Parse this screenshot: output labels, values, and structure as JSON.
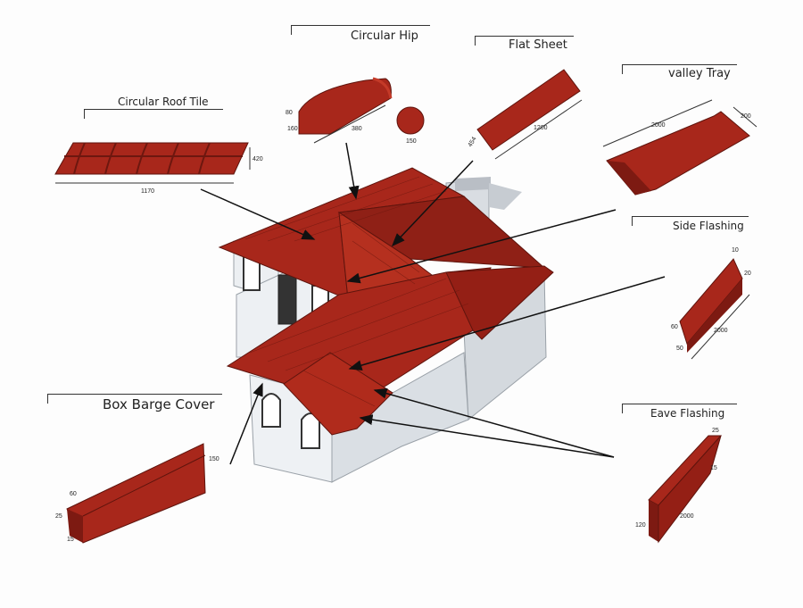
{
  "colors": {
    "roof": "#a8271b",
    "roof_dark": "#7d1a12",
    "roof_light": "#c43a28",
    "wall": "#e9ecef",
    "wall_shade": "#c7ccd2",
    "line": "#111111"
  },
  "labels": {
    "circular_roof_tile": "Circular Roof Tile",
    "circular_hip": "Circular Hip",
    "flat_sheet": "Flat Sheet",
    "valley_tray": "valley Tray",
    "side_flashing": "Side  Flashing",
    "box_barge_cover": "Box Barge Cover",
    "eave_flashing": "Eave Flashing"
  },
  "dimensions": {
    "tile_length": "1170",
    "tile_height": "420",
    "hip_height": "80",
    "hip_radius": "160",
    "hip_length": "380",
    "hip_end": "150",
    "flat_width": "454",
    "flat_length": "1200",
    "valley_length": "2000",
    "valley_width": "200",
    "side_top": "10",
    "side_flange": "20",
    "side_height": "60",
    "side_bottom": "50",
    "side_length": "2000",
    "barge_top": "60",
    "barge_side": "25",
    "barge_bottom": "15",
    "barge_height": "150",
    "eave_top": "25",
    "eave_side": "15",
    "eave_height": "120",
    "eave_length": "2000"
  }
}
